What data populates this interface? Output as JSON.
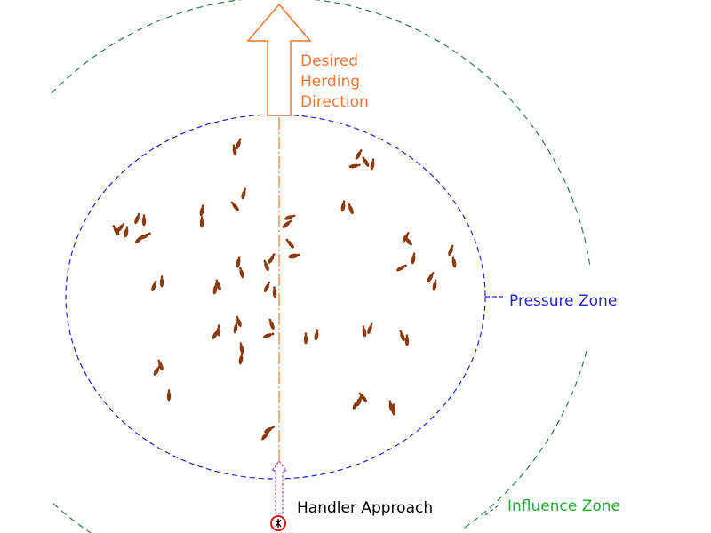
{
  "labels": {
    "direction": [
      "Desired",
      "Herding",
      "Direction"
    ],
    "pressure_zone": "Pressure Zone",
    "influence_zone": "Influence Zone",
    "handler": "Handler Approach"
  },
  "colors": {
    "direction": "#ee7733",
    "pressure_zone": "#2222dd",
    "influence_zone": "#22aa33",
    "influence_circle": "#2e7d4a",
    "handler": "#000000",
    "handler_arrow": "#aa44aa",
    "handler_marker": "#dd1111",
    "cattle": "#8b3a0f"
  },
  "icons": {
    "direction_arrow": "up-arrow-icon",
    "handler_marker": "handler-person-icon",
    "animal": "cattle-icon"
  }
}
